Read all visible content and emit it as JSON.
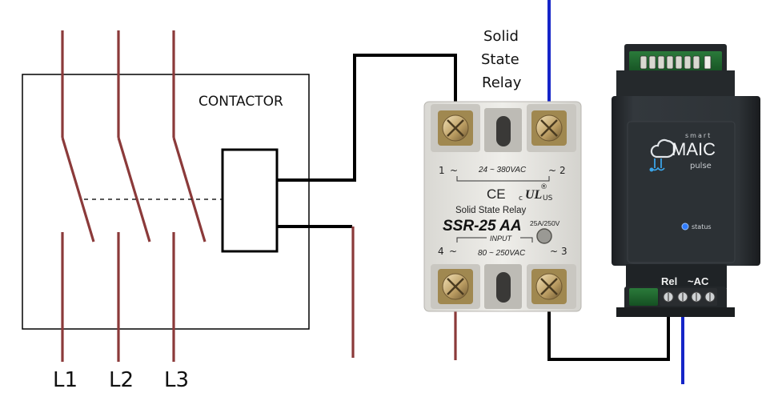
{
  "colors": {
    "line": "#8b3a3a",
    "wire_black": "#000000",
    "wire_blue": "#1525c8",
    "ssr_body": "#e9e8e4",
    "maic_body": "#2b2f33"
  },
  "contactor": {
    "title": "CONTACTOR",
    "phases": [
      "L1",
      "L2",
      "L3"
    ]
  },
  "ssr": {
    "caption_lines": [
      "Solid",
      "State",
      "Relay"
    ],
    "term_1": "1",
    "term_2": "2",
    "term_3": "3",
    "term_4": "4",
    "tilde": "~",
    "load_voltage": "24 ~ 380VAC",
    "name": "Solid State Relay",
    "model": "SSR-25 AA",
    "rating": "25A/250V",
    "input_label": "INPUT",
    "input_voltage": "80 ~ 250VAC",
    "ce_mark": "CE",
    "ul_c": "c",
    "ul_us": "US",
    "ul_mark": "UL",
    "reg_mark": "®"
  },
  "maic": {
    "brand_small": "smart",
    "brand": "MAIC",
    "product": "pulse",
    "status_label": "status",
    "rel_label": "Rel",
    "ac_label": "~AC"
  }
}
